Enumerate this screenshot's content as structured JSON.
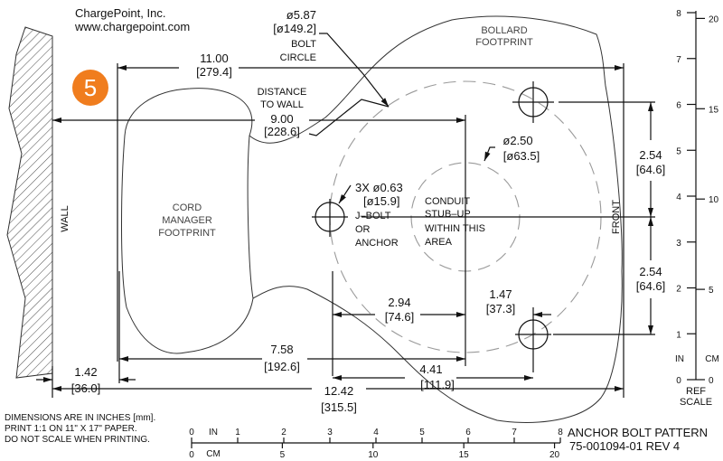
{
  "header": {
    "company": "ChargePoint, Inc.",
    "website": "www.chargepoint.com",
    "step_number": "5"
  },
  "colors": {
    "step_badge": "#F07D1E",
    "line": "#111111",
    "dashed": "#999999"
  },
  "labels": {
    "wall": "WALL",
    "front": "FRONT",
    "cord_manager": [
      "CORD",
      "MANAGER",
      "FOOTPRINT"
    ],
    "bollard": [
      "BOLLARD",
      "FOOTPRINT"
    ],
    "bolt_circle": [
      "ø5.87",
      "[ø149.2]",
      "BOLT",
      "CIRCLE"
    ],
    "distance_to_wall": [
      "DISTANCE",
      "TO  WALL"
    ],
    "jbolt": [
      "3X  ø0.63",
      "[ø15.9]",
      "J–BOLT",
      "OR",
      "ANCHOR"
    ],
    "conduit": [
      "CONDUIT",
      "STUB–UP",
      "WITHIN THIS",
      "AREA"
    ],
    "conduit_dia": [
      "ø2.50",
      "[ø63.5]"
    ]
  },
  "dimensions": {
    "overall_depth": [
      "11.00",
      "[279.4]"
    ],
    "to_wall": [
      "9.00",
      "[228.6]"
    ],
    "cord_to_center": [
      "7.58",
      "[192.6]"
    ],
    "wall_gap": [
      "1.42",
      "[36.0]"
    ],
    "total": [
      "12.42",
      "[315.5]"
    ],
    "bolt_to_center": [
      "2.94",
      "[74.6]"
    ],
    "bolt_offset": [
      "1.47",
      "[37.3]"
    ],
    "bolt_span": [
      "4.41",
      "[111.9]"
    ],
    "upper_spacing": [
      "2.54",
      "[64.6]"
    ],
    "lower_spacing": [
      "2.54",
      "[64.6]"
    ]
  },
  "ref_scale": {
    "inch_ticks": [
      "0",
      "1",
      "2",
      "3",
      "4",
      "5",
      "6",
      "7",
      "8"
    ],
    "cm_ticks": [
      "0",
      "5",
      "10",
      "15",
      "20"
    ],
    "in_label": "IN",
    "cm_label": "CM",
    "title": [
      "REF",
      "SCALE"
    ]
  },
  "bottom_scale": {
    "inch_ticks": [
      "0",
      "1",
      "2",
      "3",
      "4",
      "5",
      "6",
      "7",
      "8"
    ],
    "cm_ticks": [
      "0",
      "5",
      "10",
      "15",
      "20"
    ],
    "in_label": "IN",
    "cm_label": "CM"
  },
  "notes": [
    "DIMENSIONS ARE IN INCHES [mm].",
    "PRINT 1:1 ON 11\" X 17\" PAPER.",
    "DO NOT SCALE WHEN PRINTING."
  ],
  "title_block": {
    "title": "ANCHOR BOLT PATTERN",
    "part": "75-001094-01  REV 4"
  }
}
